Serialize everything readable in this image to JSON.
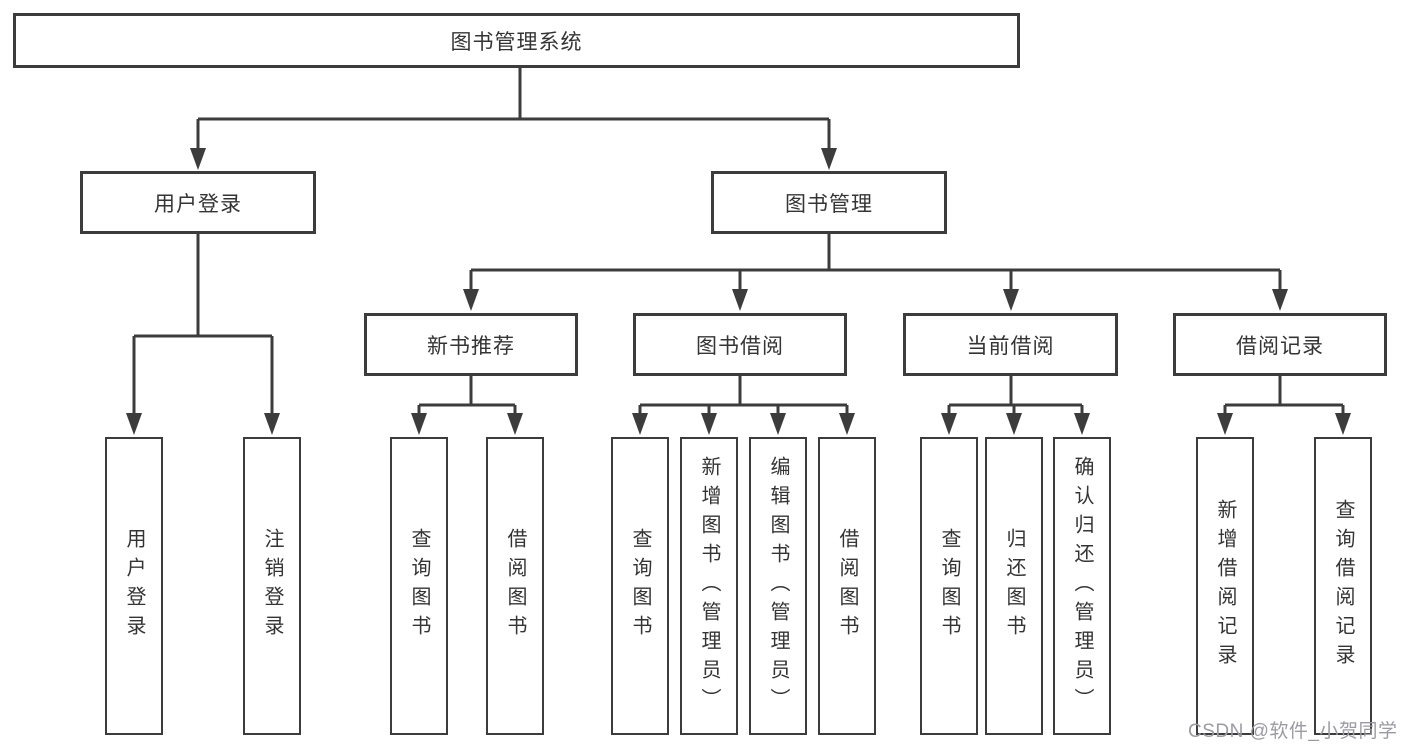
{
  "tree": {
    "root": "图书管理系统",
    "children": [
      {
        "label": "用户登录",
        "leaves": [
          "用户登录",
          "注销登录"
        ]
      },
      {
        "label": "图书管理",
        "children": [
          {
            "label": "新书推荐",
            "leaves": [
              "查询图书",
              "借阅图书"
            ]
          },
          {
            "label": "图书借阅",
            "leaves": [
              "查询图书",
              "新增图书（管理员）",
              "编辑图书（管理员）",
              "借阅图书"
            ]
          },
          {
            "label": "当前借阅",
            "leaves": [
              "查询图书",
              "归还图书",
              "确认归还（管理员）"
            ]
          },
          {
            "label": "借阅记录",
            "leaves": [
              "新增借阅记录",
              "查询借阅记录"
            ]
          }
        ]
      }
    ]
  },
  "watermark": "CSDN @软件_小贺同学",
  "colors": {
    "line": "#3c3c3c",
    "text": "#343434",
    "background": "#ffffff",
    "watermark": "#9b9ba3"
  }
}
